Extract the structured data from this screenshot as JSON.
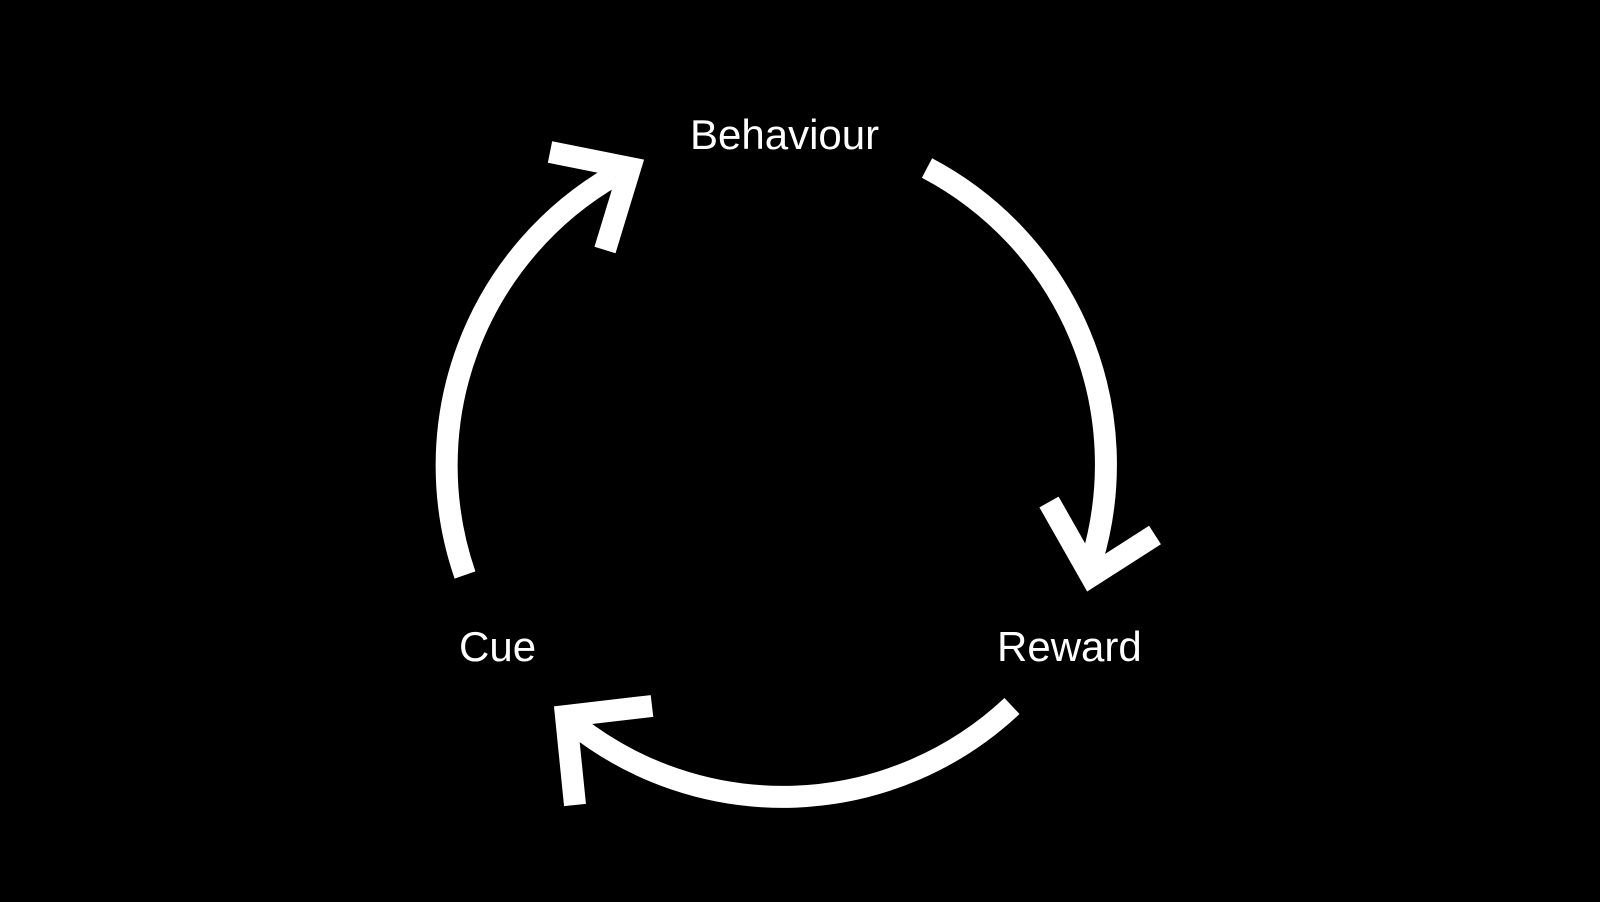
{
  "diagram": {
    "nodes": {
      "behaviour": "Behaviour",
      "reward": "Reward",
      "cue": "Cue"
    },
    "edges": [
      {
        "from": "Cue",
        "to": "Behaviour"
      },
      {
        "from": "Behaviour",
        "to": "Reward"
      },
      {
        "from": "Reward",
        "to": "Cue"
      }
    ],
    "colors": {
      "background": "#000000",
      "foreground": "#ffffff"
    }
  }
}
